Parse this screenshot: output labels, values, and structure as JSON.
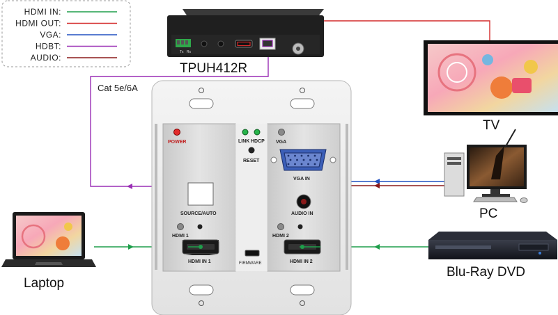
{
  "legend": {
    "items": [
      {
        "label": "HDMI  IN:",
        "color": "#1e9e4a"
      },
      {
        "label": "HDMI  OUT:",
        "color": "#d42a2a"
      },
      {
        "label": "VGA:",
        "color": "#2050c0"
      },
      {
        "label": "HDBT:",
        "color": "#9a2fb5"
      },
      {
        "label": "AUDIO:",
        "color": "#8b1a1a"
      }
    ]
  },
  "receiver": {
    "model": "TPUH412R",
    "port_labels": [
      "Tx",
      "Rx"
    ]
  },
  "cable_label": "Cat  5e/6A",
  "devices": {
    "tv": "TV",
    "pc": "PC",
    "laptop": "Laptop",
    "bluray": "Blu-Ray DVD"
  },
  "panel": {
    "power": "POWER",
    "link": "LINK",
    "hdcp": "HDCP",
    "reset": "RESET",
    "vga": "VGA",
    "vga_in": "VGA IN",
    "source_auto": "SOURCE/AUTO",
    "audio_in": "AUDIO IN",
    "hdmi1": "HDMI  1",
    "hdmi2": "HDMI  2",
    "hdmi_in1": "HDMI IN 1",
    "hdmi_in2": "HDMI IN 2",
    "firmware": "FIRMWARE"
  },
  "colors": {
    "hdmi_in": "#1e9e4a",
    "hdmi_out": "#d42a2a",
    "vga": "#2050c0",
    "hdbt": "#9a2fb5",
    "audio": "#8b1a1a"
  },
  "icons": [
    "tv-screen-image",
    "pc-tower-icon",
    "monitor-icon",
    "keyboard-icon",
    "mouse-icon",
    "laptop-icon",
    "bluray-player-icon"
  ]
}
